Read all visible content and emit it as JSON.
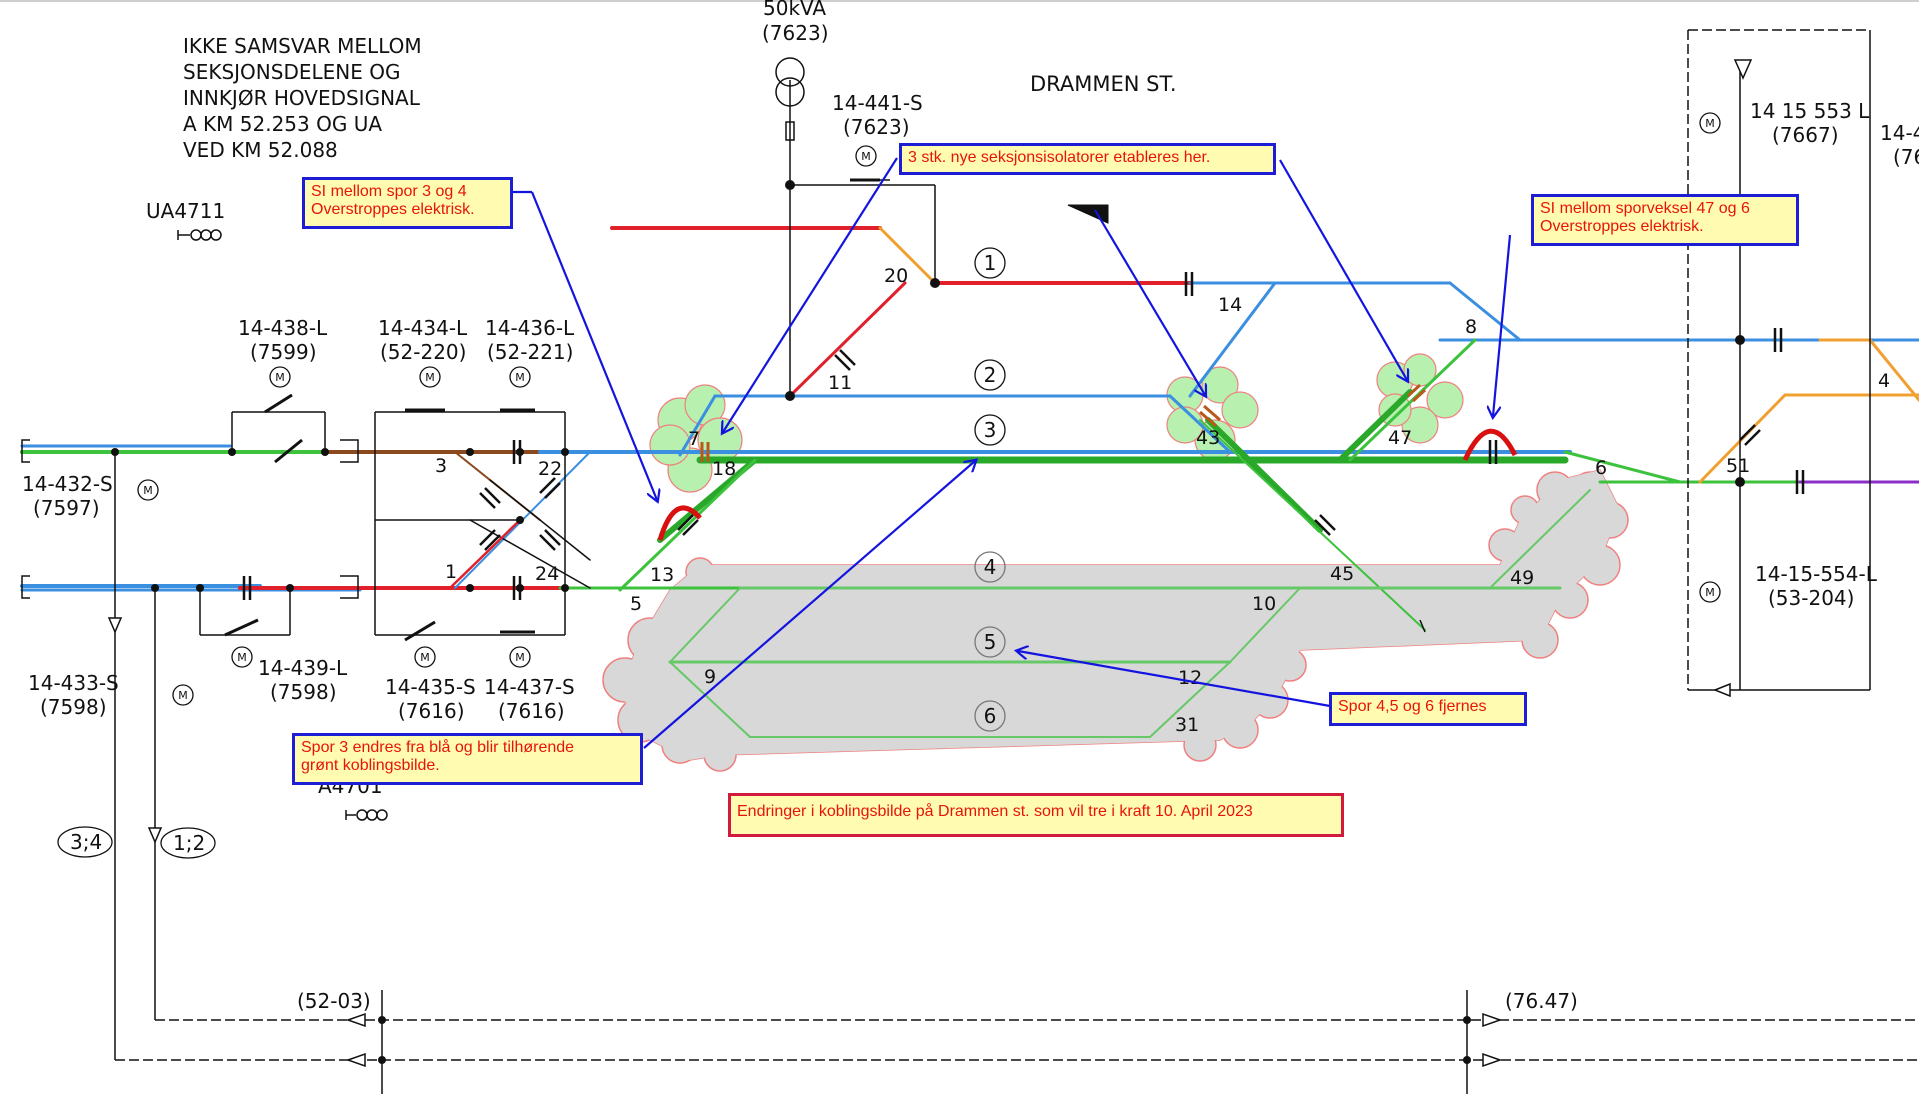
{
  "station": {
    "name": "DRAMMEN ST.",
    "warning_lines": [
      "IKKE SAMSVAR MELLOM",
      "SEKSJONSDELENE OG",
      "INNKJØR HOVEDSIGNAL",
      "A KM 52.253 OG UA",
      "VED KM 52.088"
    ]
  },
  "transformer": {
    "power": "50kVA",
    "ref": "(7623)"
  },
  "signals": {
    "ua4711": "UA4711",
    "a4701": "A4701"
  },
  "switch_labels": {
    "s441": {
      "id": "14-441-S",
      "ref": "(7623)"
    },
    "s438": {
      "id": "14-438-L",
      "ref": "(7599)"
    },
    "s434": {
      "id": "14-434-L",
      "ref": "(52-220)"
    },
    "s436": {
      "id": "14-436-L",
      "ref": "(52-221)"
    },
    "s432": {
      "id": "14-432-S",
      "ref": "(7597)"
    },
    "s439": {
      "id": "14-439-L",
      "ref": "(7598)"
    },
    "s435": {
      "id": "14-435-S",
      "ref": "(7616)"
    },
    "s437": {
      "id": "14-437-S",
      "ref": "(7616)"
    },
    "s433": {
      "id": "14-433-S",
      "ref": "(7598)"
    },
    "s553": {
      "id": "14 15 553 L",
      "ref": "(7667)"
    },
    "s554": {
      "id": "14-15-554-L",
      "ref": "(53-204)"
    },
    "s4x": {
      "id": "14-4",
      "ref": "(76"
    }
  },
  "track_numbers": [
    "1",
    "2",
    "3",
    "4",
    "5",
    "6"
  ],
  "switch_numbers": {
    "n20": "20",
    "n11": "11",
    "n14": "14",
    "n8": "8",
    "n7": "7",
    "n18": "18",
    "n3": "3",
    "n22": "22",
    "n1": "1",
    "n24": "24",
    "n13": "13",
    "n5": "5",
    "n43": "43",
    "n47": "47",
    "n6": "6",
    "n45": "45",
    "n49": "49",
    "n10": "10",
    "n9": "9",
    "n12": "12",
    "n31": "31",
    "n4": "4",
    "n51": "51"
  },
  "bottom_refs": {
    "left": "(52-03)",
    "right": "(76.47)",
    "oval1": "3;4",
    "oval2": "1;2"
  },
  "motor_label": "M",
  "notes": {
    "si_spor34": "SI mellom spor 3 og 4\nOverstroppes elektrisk.",
    "seksjonsisolatorer": "3 stk. nye seksjonsisolatorer etableres her.",
    "si_sporveksel": "SI mellom sporveksel 47 og 6\nOverstroppes elektrisk.",
    "spor3": "Spor 3 endres fra blå og blir tilhørende\ngrønt koblingsbilde.",
    "spor456": "Spor 4,5 og 6 fjernes",
    "endringer": "Endringer i koblingsbilde på Drammen st. som vil tre i kraft 10. April 2023"
  },
  "colors": {
    "blue_track": "#3b8fe0",
    "green_track": "#3cc23c",
    "red_track": "#e0202a",
    "orange_track": "#f0a030",
    "brown_track": "#8b4a1e",
    "purple_track": "#8a2ec8",
    "arrow_blue": "#1414e0",
    "cloud_gray": "#d8d8d8",
    "cloud_green": "#b8f0b0"
  }
}
